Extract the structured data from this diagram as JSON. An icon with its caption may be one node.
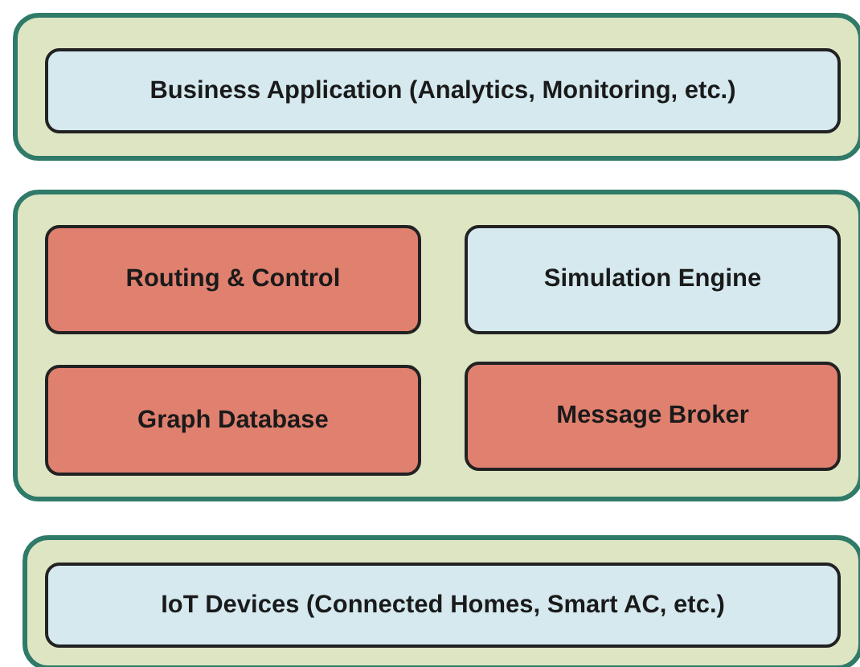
{
  "diagram": {
    "nodes": [
      {
        "text": [],
        "shape": "box"
      },
      {
        "text": [
          "Business Application (Analytics, Monitoring, etc.)"
        ],
        "in": 0
      },
      {
        "text": [],
        "shape": "box"
      },
      {
        "text": [
          "Routing & Control"
        ],
        "in": 2
      },
      {
        "text": [
          "Simulation Engine"
        ],
        "in": 2
      },
      {
        "text": [
          "Graph Database"
        ],
        "in": 2
      },
      {
        "text": [
          "Message Broker"
        ],
        "in": 2
      },
      {
        "text": [],
        "shape": "box"
      },
      {
        "text": [
          "IoT Devices (Connected Homes, Smart AC, etc.)"
        ],
        "in": 7
      }
    ]
  }
}
